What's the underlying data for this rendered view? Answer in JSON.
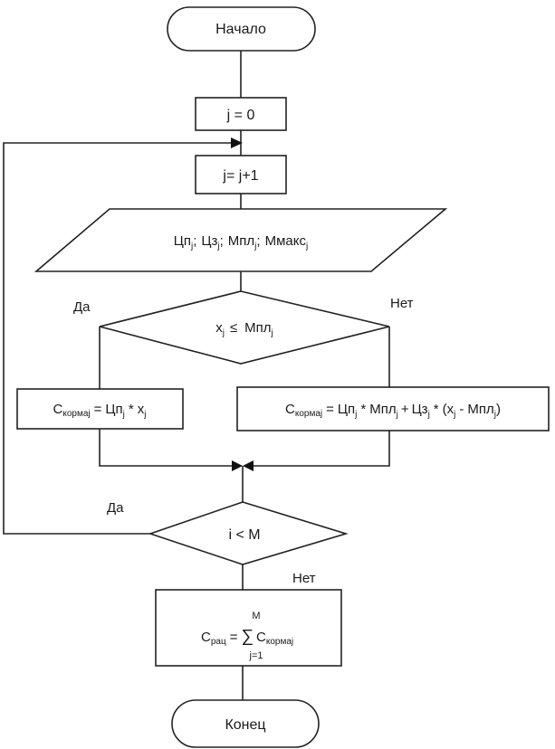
{
  "flowchart": {
    "start": "Начало",
    "init": "j = 0",
    "increment": "j= j+1",
    "input": {
      "cp": "Цп",
      "cz": "Цз",
      "mpl": "Мпл",
      "mmaks": "Ммакс",
      "j": "j",
      "sep": ";"
    },
    "condition1": {
      "x": "x",
      "j": "j",
      "op": "≤",
      "mpl": "Мпл"
    },
    "yes_label_1": "Да",
    "no_label_1": "Нет",
    "left_calc": {
      "c": "C",
      "sub": "кормаj",
      "eq": "=",
      "cp": "Цп",
      "j": "j",
      "mul": "*",
      "x": "x"
    },
    "right_calc": {
      "c": "C",
      "sub": "кормаj",
      "eq": "=",
      "cp": "Цп",
      "mul": "*",
      "mpl": "Мпл",
      "plus": "+",
      "cz": "Цз",
      "open": "(",
      "minus": "-",
      "close": ")",
      "x": "x",
      "j": "j"
    },
    "condition2": {
      "text": "i < M"
    },
    "yes_label_2": "Да",
    "no_label_2": "Нет",
    "sum_block": {
      "c": "C",
      "sub_rac": "рац",
      "eq": "=",
      "sigma": "∑",
      "upper": "M",
      "lower": "j=1",
      "sub_korma": "кормаj"
    },
    "end": "Конец"
  }
}
